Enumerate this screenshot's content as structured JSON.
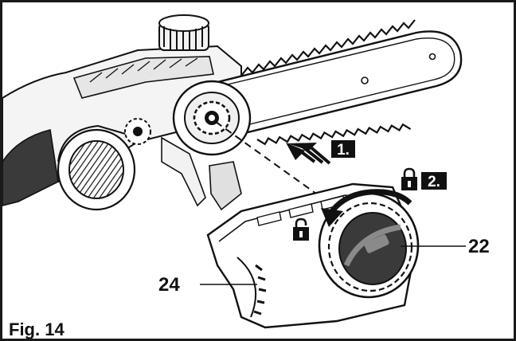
{
  "figure": {
    "caption": "Fig. 14",
    "steps": [
      {
        "label": "1."
      },
      {
        "label": "2."
      }
    ],
    "callouts": [
      {
        "label": "22"
      },
      {
        "label": "24"
      }
    ],
    "colors": {
      "line": "#111111",
      "dark_fill": "#3a3a3a",
      "mid_fill": "#8a8a8a",
      "light_fill": "#f2f2f2"
    },
    "icons": [
      "lock-icon",
      "arrow-icon"
    ]
  }
}
